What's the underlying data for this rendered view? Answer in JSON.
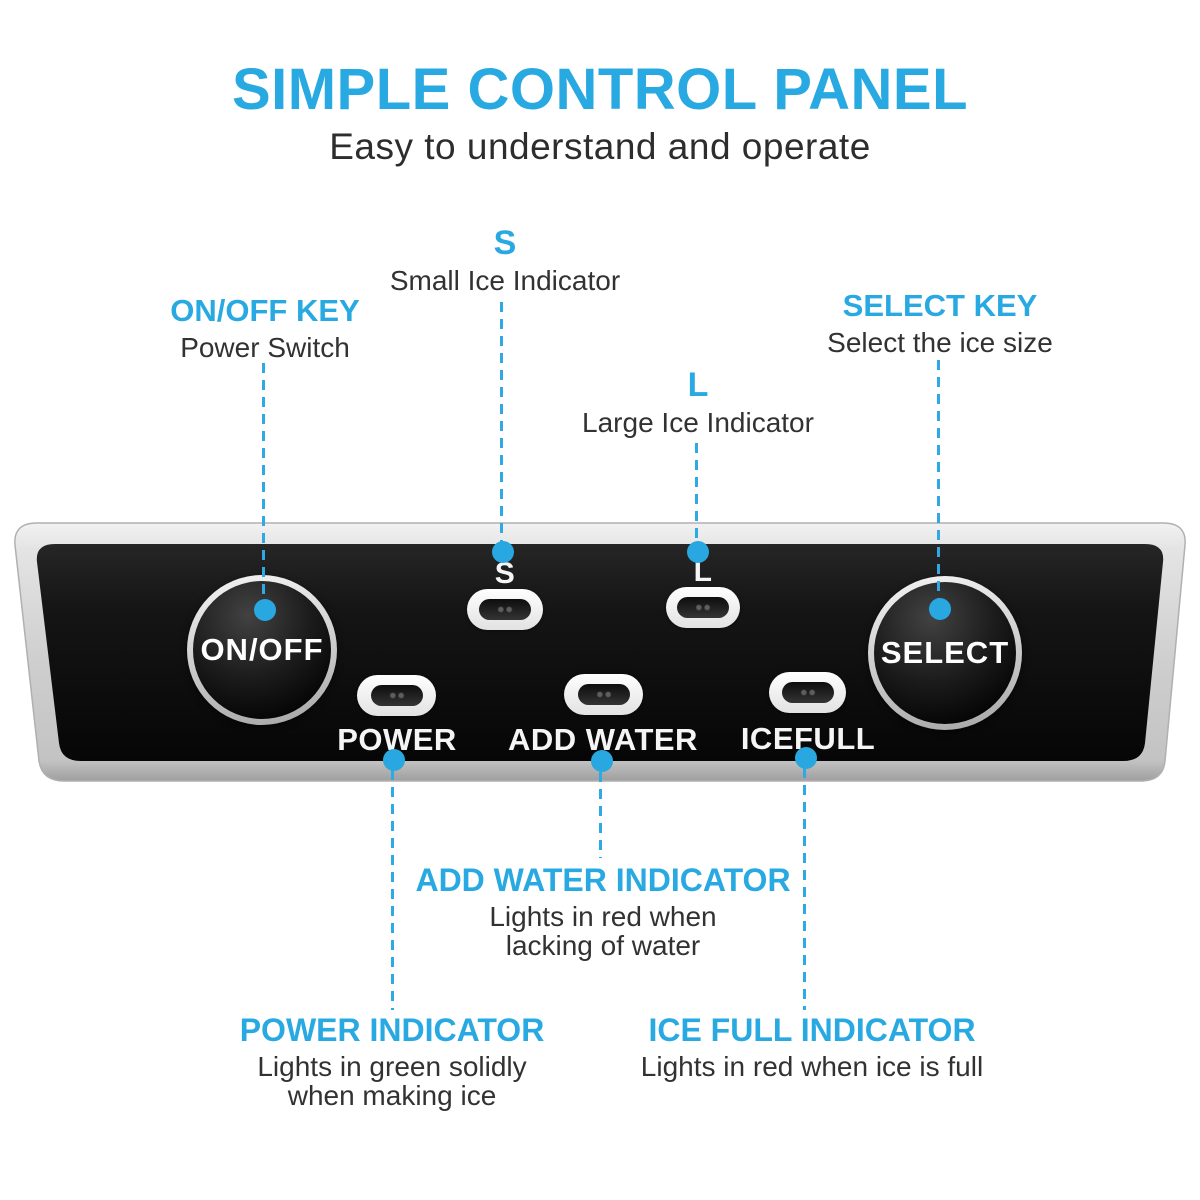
{
  "header": {
    "title": "SIMPLE CONTROL PANEL",
    "subtitle": "Easy to understand and operate"
  },
  "colors": {
    "accent_blue": "#29A9E1",
    "leader_line_blue": "#2FA9E3",
    "panel_black": "#121212",
    "bezel_silver": "#CDCDCD",
    "led_white": "#F6F6F6",
    "text_dark": "#2E2E2E"
  },
  "callouts": {
    "on_off": {
      "title": "ON/OFF KEY",
      "desc": "Power Switch"
    },
    "small_ice": {
      "title": "S",
      "desc": "Small Ice Indicator"
    },
    "large_ice": {
      "title": "L",
      "desc": "Large Ice Indicator"
    },
    "select": {
      "title": "SELECT KEY",
      "desc": "Select the ice size"
    },
    "add_water": {
      "title": "ADD WATER INDICATOR",
      "desc_line1": "Lights in red when",
      "desc_line2": "lacking of water"
    },
    "power": {
      "title": "POWER INDICATOR",
      "desc_line1": "Lights in green solidly",
      "desc_line2": "when making ice"
    },
    "ice_full": {
      "title": "ICE FULL INDICATOR",
      "desc": "Lights in red when ice is full"
    }
  },
  "panel": {
    "on_off_button_label": "ON/OFF",
    "select_button_label": "SELECT",
    "indicator_labels": {
      "small": "S",
      "large": "L",
      "power": "POWER",
      "add_water": "ADD WATER",
      "ice_full": "ICEFULL"
    }
  }
}
